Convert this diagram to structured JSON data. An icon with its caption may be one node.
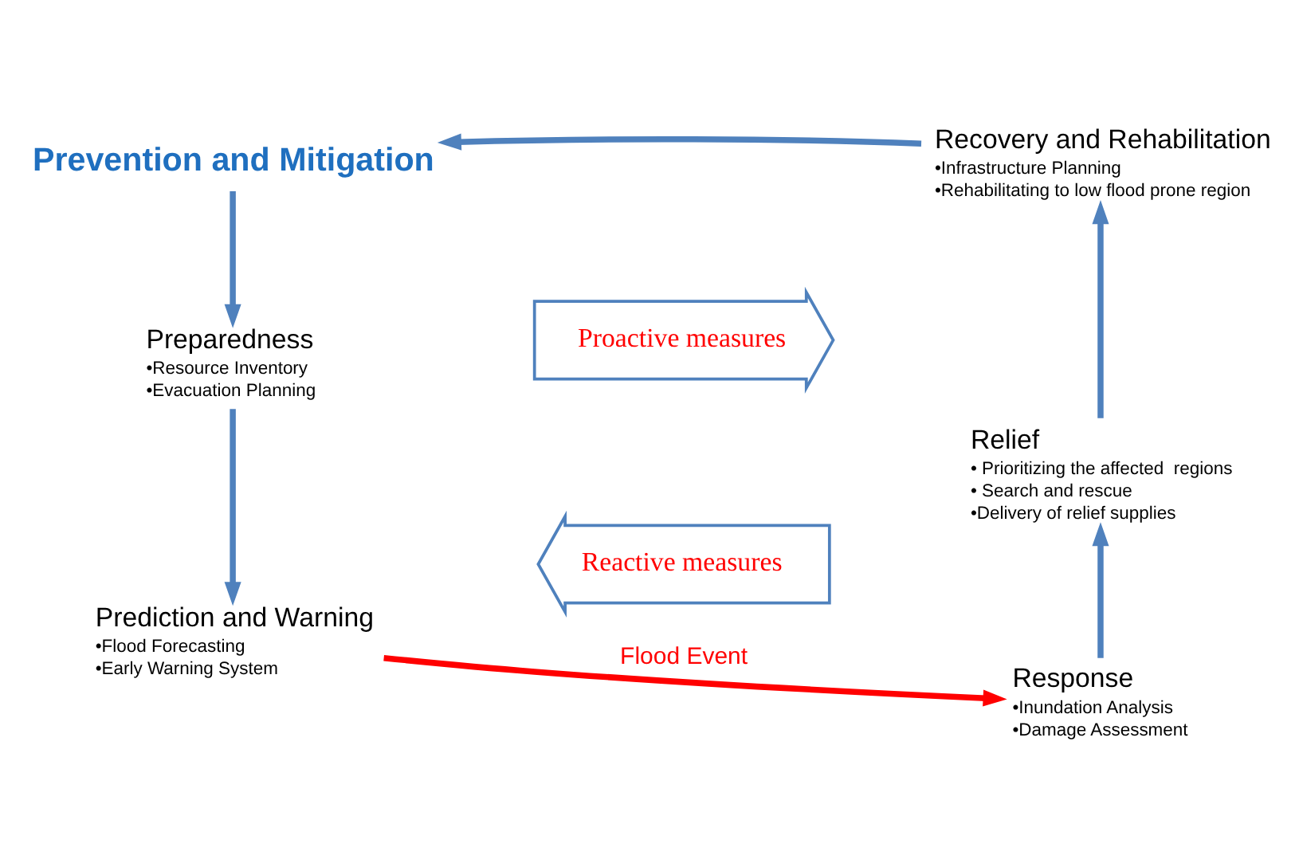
{
  "diagram": {
    "nodes": [
      {
        "text": [
          "Prevention and Mitigation"
        ]
      },
      {
        "text": [
          "Preparedness",
          "•Resource Inventory",
          "•Evacuation Planning"
        ]
      },
      {
        "text": [
          "Prediction and Warning",
          "•Flood Forecasting",
          "•Early Warning System"
        ]
      },
      {
        "text": [
          "Response",
          "•Inundation Analysis",
          "•Damage Assessment"
        ]
      },
      {
        "text": [
          "Relief",
          "• Prioritizing the affected  regions",
          "• Search and rescue",
          "•Delivery of relief supplies"
        ]
      },
      {
        "text": [
          "Recovery and Rehabilitation",
          "•Infrastructure Planning",
          "•Rehabilitating to low flood prone region"
        ]
      },
      {
        "text": [
          "Proactive measures"
        ]
      },
      {
        "text": [
          "Reactive measures"
        ]
      }
    ],
    "edges": [
      {
        "from": 0,
        "to": 1,
        "arrow": "to"
      },
      {
        "from": 1,
        "to": 2,
        "arrow": "to"
      },
      {
        "from": 2,
        "to": 3,
        "arrow": "to",
        "label": "Flood Event",
        "color": "#ff0000"
      },
      {
        "from": 3,
        "to": 4,
        "arrow": "to"
      },
      {
        "from": 4,
        "to": 5,
        "arrow": "to"
      },
      {
        "from": 5,
        "to": 0,
        "arrow": "to"
      }
    ]
  }
}
